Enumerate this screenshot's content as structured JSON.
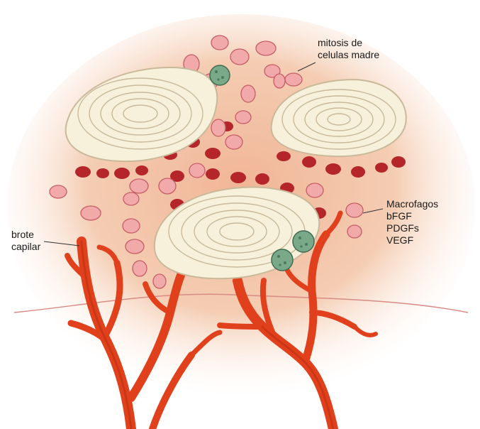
{
  "labels": {
    "stem_cells": [
      "mitosis de",
      "celulas madre"
    ],
    "capillary": [
      "brote",
      "capilar"
    ],
    "factors": [
      "Macrofagos",
      "bFGF",
      "PDGFs",
      "VEGF"
    ]
  },
  "colors": {
    "tissue": "#f3cbb0",
    "tissue_edge": "#fbe8dc",
    "bone": "#f7f1dc",
    "bone_ring": "#c9b99a",
    "red_cell": "#b5262b",
    "pink_cell": "#f1a9a9",
    "pink_cell_edge": "#c55d66",
    "stem_cell": "#7aa98a",
    "vessel": "#e1401d",
    "vessel_dark": "#b8300f"
  }
}
